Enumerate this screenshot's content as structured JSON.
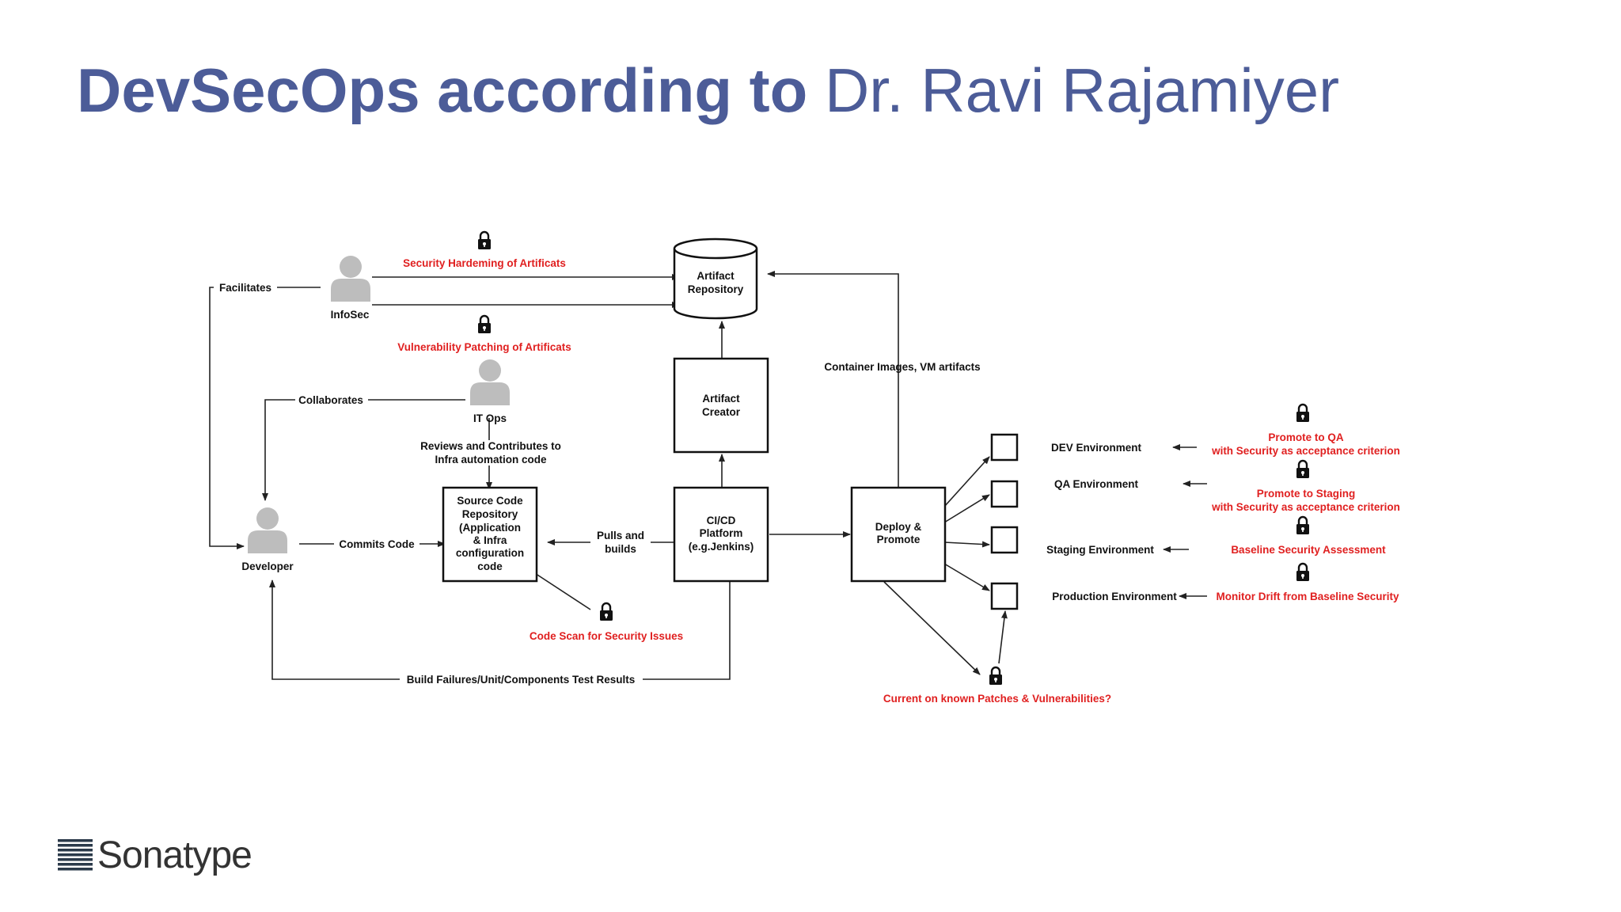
{
  "slide": {
    "title_bold": "DevSecOps according to",
    "title_light": "Dr. Ravi Rajamiyer"
  },
  "diagram": {
    "actors": {
      "infosec": "InfoSec",
      "itops": "IT Ops",
      "developer": "Developer"
    },
    "boxes": {
      "artifact_repo_1": "Artifact",
      "artifact_repo_2": "Repository",
      "artifact_creator_1": "Artifact",
      "artifact_creator_2": "Creator",
      "scr_1": "Source Code",
      "scr_2": "Repository",
      "scr_3": "(Application",
      "scr_4": "& Infra",
      "scr_5": "configuration",
      "scr_6": "code",
      "cicd_1": "CI/CD",
      "cicd_2": "Platform",
      "cicd_3": "(e.g.Jenkins)",
      "deploy_1": "Deploy &",
      "deploy_2": "Promote"
    },
    "edges": {
      "facilitates": "Facilitates",
      "collaborates": "Collaborates",
      "reviews_1": "Reviews and Contributes to",
      "reviews_2": "Infra automation code",
      "commits": "Commits Code",
      "pulls_1": "Pulls and",
      "pulls_2": "builds",
      "container": "Container Images, VM artifacts",
      "build_failures": "Build Failures/Unit/Components Test Results"
    },
    "environments": {
      "dev": "DEV Environment",
      "qa": "QA Environment",
      "staging": "Staging Environment",
      "production": "Production Environment"
    },
    "security": {
      "hardening": "Security Hardeming of Artificats",
      "patching": "Vulnerability Patching of Artificats",
      "code_scan": "Code Scan for Security Issues",
      "promote_qa_1": "Promote to QA",
      "promote_qa_2": "with Security as acceptance criterion",
      "promote_staging_1": "Promote to Staging",
      "promote_staging_2": "with Security as acceptance criterion",
      "baseline": "Baseline Security Assessment",
      "drift": "Monitor Drift from Baseline Security",
      "patches": "Current on known Patches & Vulnerabilities?"
    }
  },
  "logo": {
    "name": "Sonatype"
  },
  "colors": {
    "title": "#4c5c98",
    "security_red": "#e02020",
    "line": "#222222",
    "person": "#bdbdbd"
  }
}
